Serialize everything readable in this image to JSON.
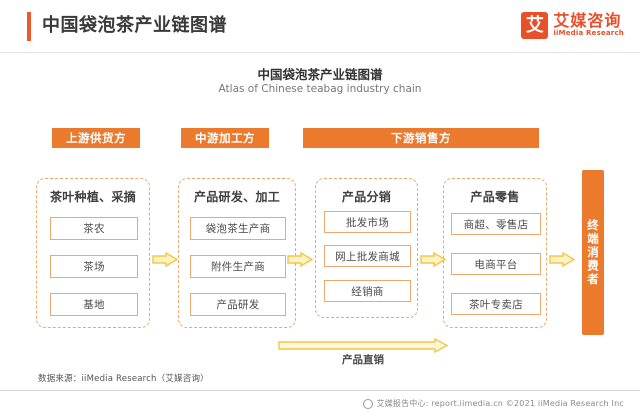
{
  "header": {
    "title": "中国袋泡茶产业链图谱",
    "logo": {
      "mark": "艾",
      "name_cn": "艾媒咨询",
      "name_en": "iiMedia Research"
    }
  },
  "figure": {
    "title": "中国袋泡茶产业链图谱",
    "subtitle": "Atlas of Chinese teabag industry chain"
  },
  "banners": [
    {
      "id": "upstream",
      "label": "上游供货方"
    },
    {
      "id": "midstream",
      "label": "中游加工方"
    },
    {
      "id": "downstream",
      "label": "下游销售方"
    }
  ],
  "columns": [
    {
      "id": "planting",
      "title": "茶叶种植、采摘",
      "cells": [
        "茶农",
        "茶场",
        "基地"
      ]
    },
    {
      "id": "processing",
      "title": "产品研发、加工",
      "cells": [
        "袋泡茶生产商",
        "附件生产商",
        "产品研发"
      ]
    },
    {
      "id": "distribution",
      "title": "产品分销",
      "cells": [
        "批发市场",
        "网上批发商城",
        "经销商"
      ]
    },
    {
      "id": "retail",
      "title": "产品零售",
      "cells": [
        "商超、零售店",
        "电商平台",
        "茶叶专卖店"
      ]
    }
  ],
  "direct_sales": {
    "label": "产品直销"
  },
  "consumer": {
    "label": "终端消费者"
  },
  "footer": {
    "source": "数据来源：iiMedia Research（艾媒咨询）",
    "report_center": "艾媒报告中心: report.iimedia.cn  ©2021  iiMedia Research Inc"
  },
  "colors": {
    "accent": "#ea5a2b",
    "banner": "#ec7a2d",
    "dashed_border": "#f0a868",
    "cell_border": "#eca96f",
    "arrow": "#f3c64a"
  }
}
